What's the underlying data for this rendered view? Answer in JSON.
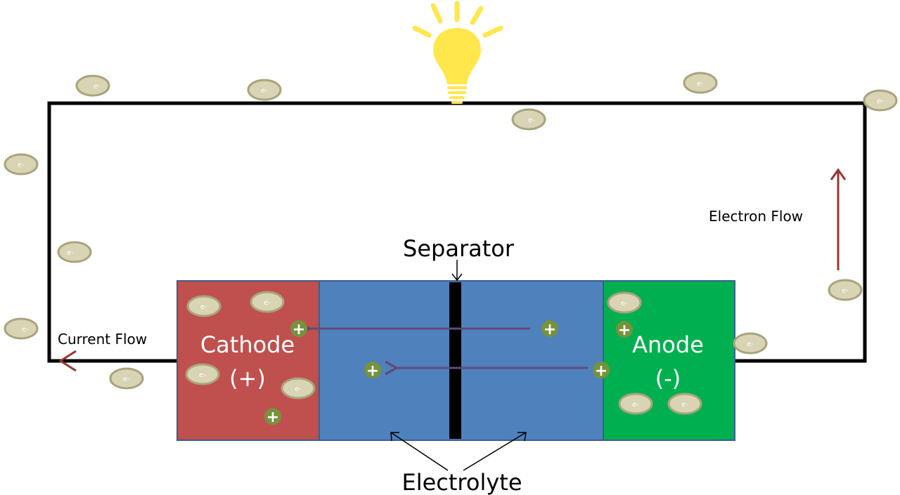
{
  "labels": {
    "separator": "Separator",
    "electrolyte": "Electrolyte",
    "cathode": "Cathode",
    "cathode_sign": "(+)",
    "anode": "Anode",
    "anode_sign": "(-)",
    "current_flow": "Current Flow",
    "electron_flow": "Electron Flow"
  },
  "electron_symbol": "e-",
  "ion_symbol": "+",
  "colors": {
    "cathode": "#c0504d",
    "electrolyte": "#4f81bd",
    "anode": "#00b050",
    "separator": "#000000",
    "wire": "#000000",
    "electron": "#d8d4b4",
    "electron_border": "#a9a37e",
    "ion": "#76923c",
    "ion_arrow": "#604a7b",
    "flow_arrow": "#953735",
    "bulb": "#ffe74c"
  },
  "icons": [
    "light-bulb-icon",
    "electron-icon",
    "positive-ion-icon",
    "arrow-icon"
  ]
}
